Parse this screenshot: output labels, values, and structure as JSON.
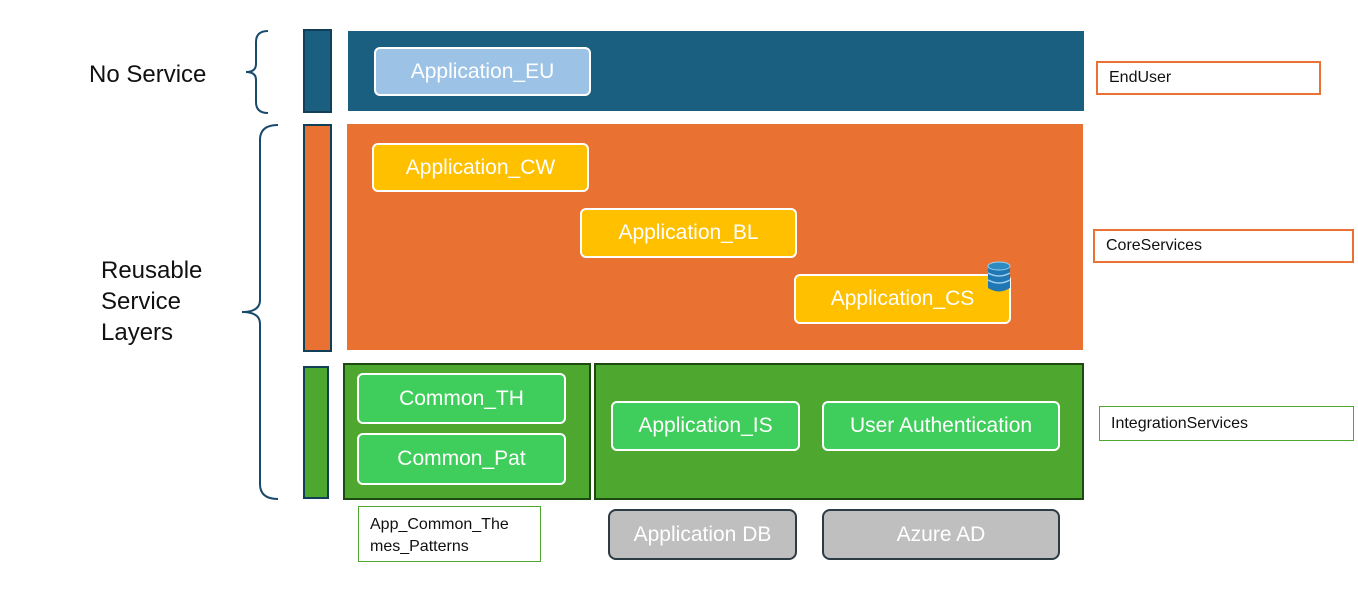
{
  "colors": {
    "enduser_blue": "#1a5f80",
    "core_orange": "#e97132",
    "integration_green": "#4ea72e",
    "pill_light_blue": "#9cc3e6",
    "pill_yellow": "#ffc000",
    "pill_green": "#3fce5b",
    "external_gray": "#bfbfbf",
    "brace_blue": "#1a4a6b"
  },
  "left_labels": {
    "no_service": "No Service",
    "reusable_line1": "Reusable",
    "reusable_line2": "Service",
    "reusable_line3": "Layers"
  },
  "layers": {
    "enduser": {
      "tag": "EndUser",
      "app": "Application_EU"
    },
    "core": {
      "tag": "CoreServices",
      "apps": [
        "Application_CW",
        "Application_BL",
        "Application_CS"
      ],
      "db_icon": "database-icon"
    },
    "integration": {
      "tag": "IntegrationServices",
      "common": [
        "Common_TH",
        "Common_Pat"
      ],
      "apps": [
        "Application_IS",
        "User Authentication"
      ]
    }
  },
  "bottom": {
    "common_tag_line1": "App_Common_The",
    "common_tag_line2": "mes_Patterns",
    "externals": [
      "Application DB",
      "Azure AD"
    ]
  }
}
